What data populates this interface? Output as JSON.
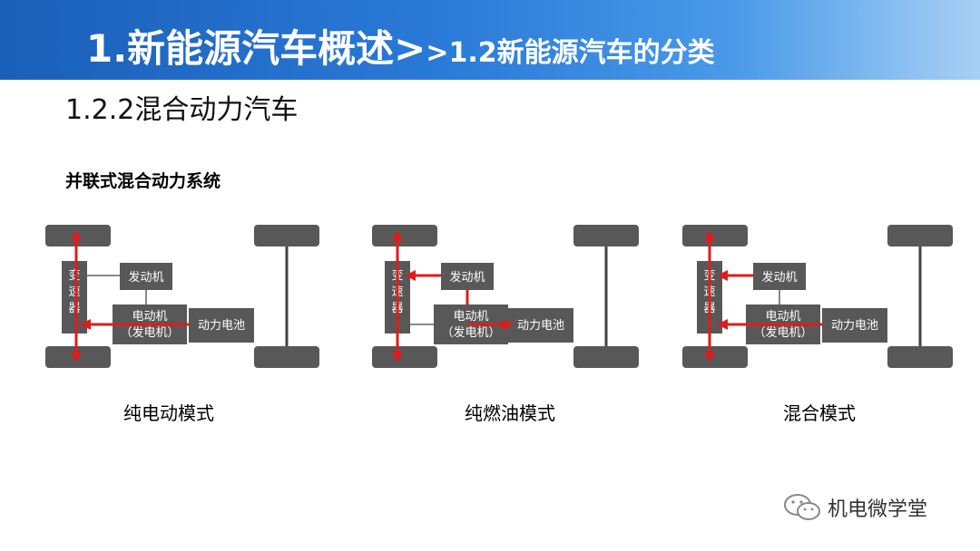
{
  "header": {
    "title_main": "1.新能源汽车概述>",
    "title_sub": ">1.2新能源汽车的分类"
  },
  "subtitle": "1.2.2混合动力汽车",
  "section_title": "并联式混合动力系统",
  "diagram_labels": {
    "transmission": [
      "变",
      "速",
      "器"
    ],
    "engine": "发动机",
    "motor_line1": "电动机",
    "motor_line2": "（发电机）",
    "battery": "动力电池"
  },
  "captions": [
    "纯电动模式",
    "纯燃油模式",
    "混合模式"
  ],
  "watermark": {
    "text": "机电微学堂",
    "icon": "wechat-icon"
  },
  "colors": {
    "header_blue": "#1a5fb8",
    "box_gray": "#585858",
    "arrow_red": "#e01b1b"
  }
}
